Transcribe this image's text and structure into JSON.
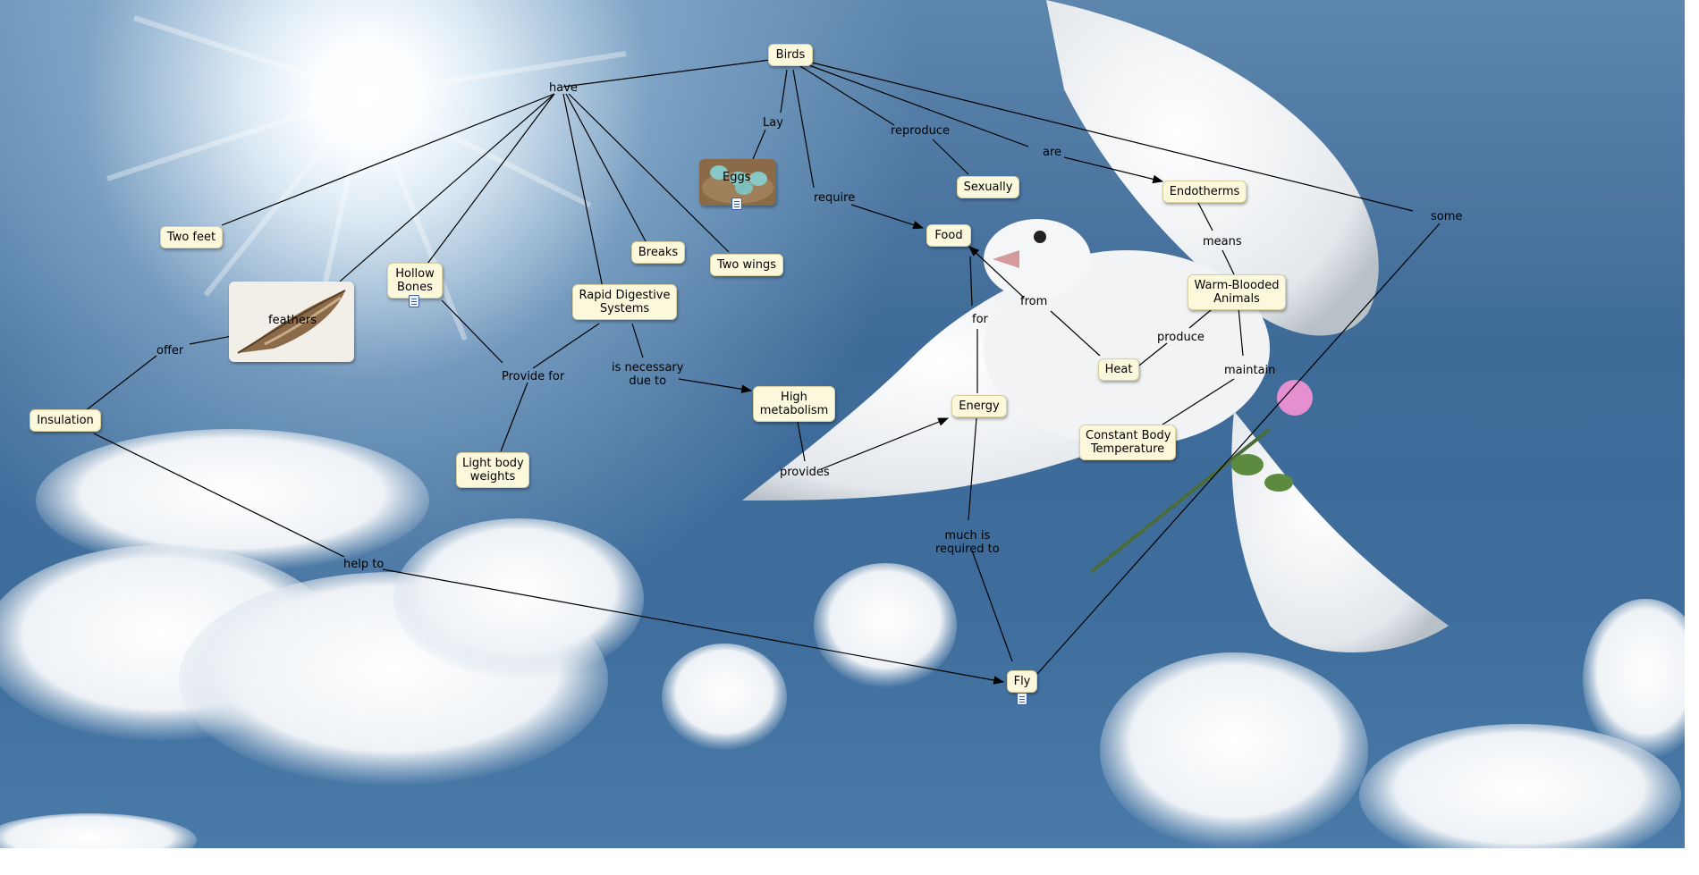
{
  "concepts": {
    "birds": "Birds",
    "two_feet": "Two feet",
    "hollow_bones": "Hollow\nBones",
    "feathers": "feathers",
    "insulation": "Insulation",
    "eggs": "Eggs",
    "breaks": "Breaks",
    "two_wings": "Two wings",
    "rapid_digestive": "Rapid Digestive\nSystems",
    "light_body": "Light body\nweights",
    "high_metabolism": "High\nmetabolism",
    "food": "Food",
    "sexually": "Sexually",
    "endotherms": "Endotherms",
    "warm_blooded": "Warm-Blooded\nAnimals",
    "heat": "Heat",
    "energy": "Energy",
    "constant_body": "Constant Body\nTemperature",
    "fly": "Fly"
  },
  "links": {
    "have": "have",
    "lay": "Lay",
    "require": "require",
    "reproduce": "reproduce",
    "are": "are",
    "some": "some",
    "means": "means",
    "from": "from",
    "for": "for",
    "produce": "produce",
    "maintain": "maintain",
    "offer": "offer",
    "provide_for": "Provide for",
    "is_necessary": "is necessary\ndue to",
    "provides": "provides",
    "much_required": "much is\nrequired to",
    "help_to": "help to"
  },
  "colors": {
    "node_fill": "#fbf8dc",
    "line": "#000000",
    "sky": "#3f6b98"
  }
}
